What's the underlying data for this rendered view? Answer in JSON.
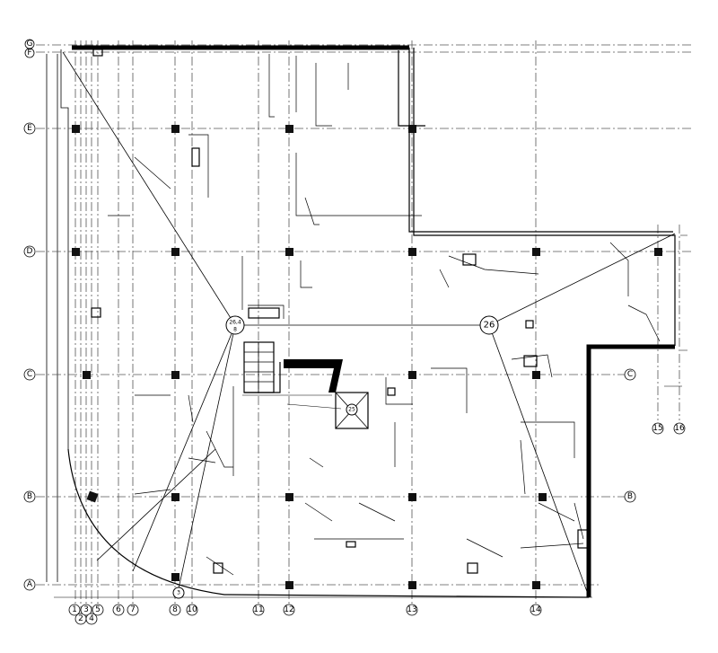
{
  "grid": {
    "vertical_labels": [
      "1",
      "2",
      "3",
      "4",
      "5",
      "6",
      "7",
      "8",
      "10",
      "11",
      "12",
      "13",
      "14",
      "15",
      "16"
    ],
    "horizontal_labels": [
      "G",
      "F",
      "E",
      "D",
      "C",
      "B",
      "A"
    ],
    "right_labels": [
      "C",
      "B"
    ]
  },
  "callouts": {
    "left_node": "26,4",
    "left_node_sub": "8",
    "right_node": "26",
    "core_node": "25",
    "bottom_node": "3"
  }
}
